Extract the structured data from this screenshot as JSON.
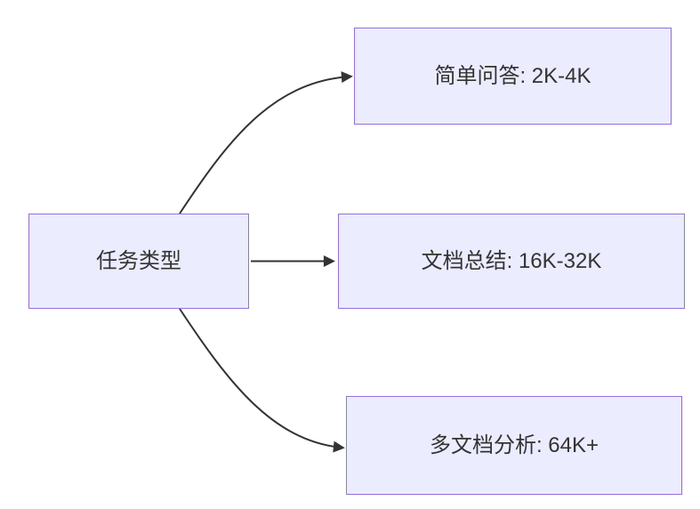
{
  "diagram": {
    "type": "flowchart",
    "direction": "left-to-right",
    "root": {
      "id": "task-type",
      "label": "任务类型"
    },
    "branches": [
      {
        "id": "simple-qa",
        "label": "简单问答: 2K-4K"
      },
      {
        "id": "doc-summary",
        "label": "文档总结: 16K-32K"
      },
      {
        "id": "multi-doc-analysis",
        "label": "多文档分析: 64K+"
      }
    ],
    "edges": [
      {
        "from": "task-type",
        "to": "simple-qa"
      },
      {
        "from": "task-type",
        "to": "doc-summary"
      },
      {
        "from": "task-type",
        "to": "multi-doc-analysis"
      }
    ],
    "colors": {
      "node_fill": "#ECECFF",
      "node_border": "#9370DB",
      "arrow": "#333333",
      "text": "#333333",
      "background": "#FFFFFF"
    }
  }
}
